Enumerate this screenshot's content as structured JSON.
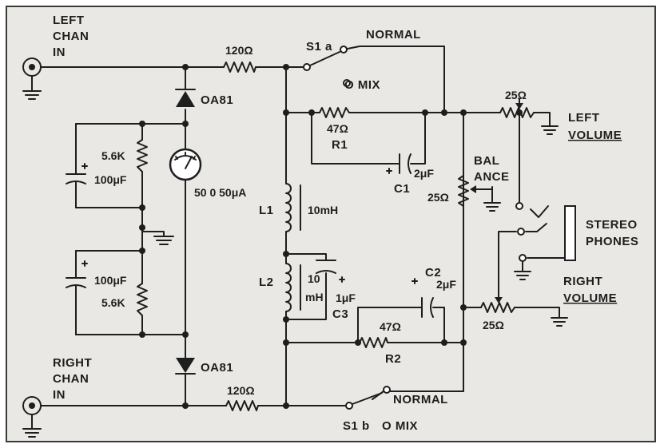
{
  "labels": {
    "left_chan_line1": "LEFT",
    "left_chan_line2": "CHAN",
    "left_chan_line3": "IN",
    "right_chan_line1": "RIGHT",
    "right_chan_line2": "CHAN",
    "right_chan_line3": "IN",
    "r_top_series": "120Ω",
    "r_bottom_series": "120Ω",
    "s1a": "S1 a",
    "s1b": "S1 b",
    "normal_top": "NORMAL",
    "normal_bottom": "NORMAL",
    "mix_top": "O MIX",
    "mix_bottom": "O MIX",
    "diode_top": "OA81",
    "diode_bottom": "OA81",
    "meter": "50 0 50μA",
    "r_5k6_top": "5.6K",
    "r_5k6_bottom": "5.6K",
    "c_100_top": "100μF",
    "c_100_bottom": "100μF",
    "r1_value": "47Ω",
    "r1_name": "R1",
    "r2_value": "47Ω",
    "r2_name": "R2",
    "c1_value": "2μF",
    "c1_name": "C1",
    "c2_value": "2μF",
    "c2_name": "C2",
    "c3_value": "1μF",
    "c3_name": "C3",
    "l1_name": "L1",
    "l1_value": "10mH",
    "l2_name": "L2",
    "l2_value_line1": "10",
    "l2_value_line2": "mH",
    "left_vol_value": "25Ω",
    "left_vol_line1": "LEFT",
    "left_vol_line2": "VOLUME",
    "right_vol_value": "25Ω",
    "right_vol_line1": "RIGHT",
    "right_vol_line2": "VOLUME",
    "balance_line1": "BAL",
    "balance_line2": "ANCE",
    "balance_value": "25Ω",
    "phones_line1": "STEREO",
    "phones_line2": "PHONES"
  }
}
